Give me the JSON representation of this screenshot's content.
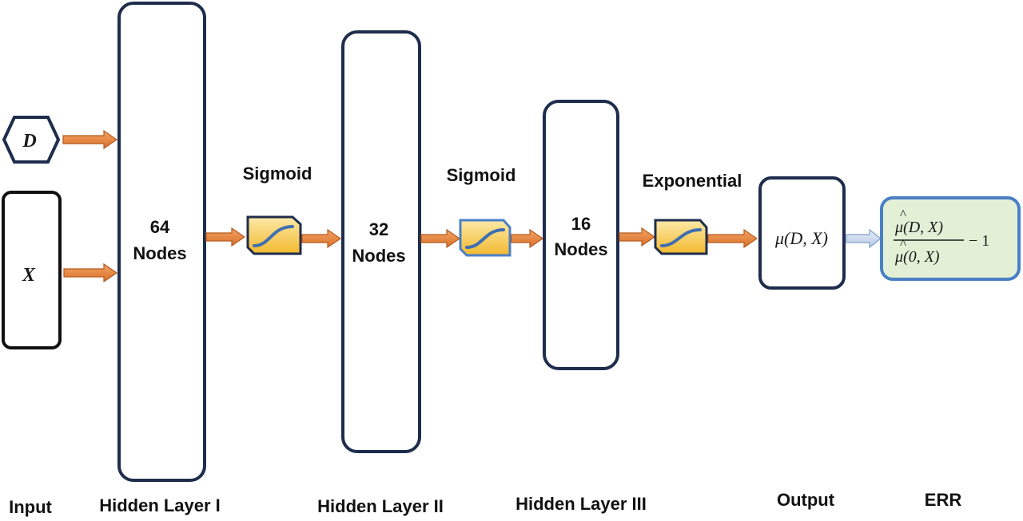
{
  "inputs": {
    "d_label": "D",
    "x_label": "X"
  },
  "layers": [
    {
      "count": "64",
      "unit": "Nodes",
      "name": "Hidden Layer I"
    },
    {
      "count": "32",
      "unit": "Nodes",
      "name": "Hidden Layer II"
    },
    {
      "count": "16",
      "unit": "Nodes",
      "name": "Hidden Layer III"
    }
  ],
  "activations": [
    "Sigmoid",
    "Sigmoid",
    "Exponential"
  ],
  "output": {
    "mu": "μ",
    "args": "(D, X)"
  },
  "err": {
    "num_mu": "μ",
    "num_args": "(D, X)",
    "den_mu": "μ",
    "den_args": "(0, X)",
    "hat": "^",
    "suffix": "− 1"
  },
  "captions": {
    "input": "Input",
    "output": "Output",
    "err": "ERR"
  },
  "colors": {
    "box_stroke": "#1f2d4d",
    "arrow_fill": "#e8823a",
    "arrow_stroke": "#b45a1e",
    "activation_fill": "#f7c948",
    "activation_curve": "#3f6fb0",
    "err_fill": "#e3f0d6",
    "err_stroke": "#4a7fc6"
  }
}
